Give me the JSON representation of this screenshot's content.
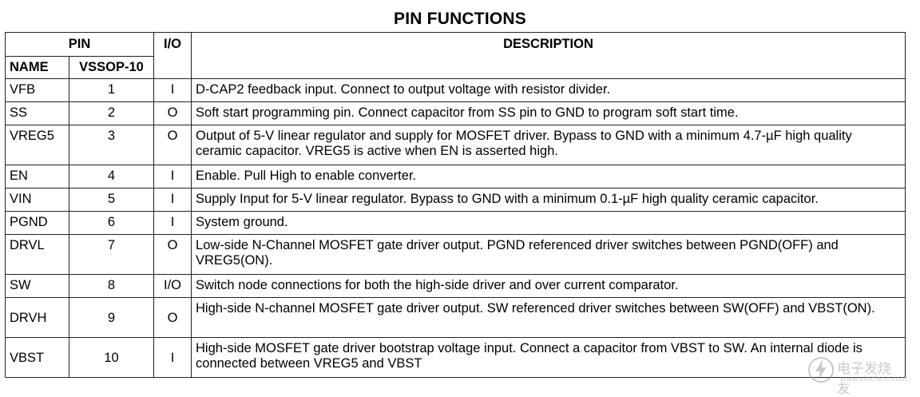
{
  "title": "PIN FUNCTIONS",
  "headers": {
    "pin": "PIN",
    "io": "I/O",
    "description": "DESCRIPTION",
    "name": "NAME",
    "package": "VSSOP-10"
  },
  "rows": [
    {
      "name": "VFB",
      "num": "1",
      "io": "I",
      "desc": "D-CAP2 feedback input. Connect to output voltage with resistor divider."
    },
    {
      "name": "SS",
      "num": "2",
      "io": "O",
      "desc": "Soft start programming pin. Connect capacitor from SS pin to GND to program soft start time."
    },
    {
      "name": "VREG5",
      "num": "3",
      "io": "O",
      "desc": "Output of 5-V linear regulator and supply for MOSFET driver. Bypass to GND with a minimum 4.7-µF high quality ceramic capacitor. VREG5 is active when EN is asserted high."
    },
    {
      "name": "EN",
      "num": "4",
      "io": "I",
      "desc": "Enable. Pull High to enable converter."
    },
    {
      "name": "VIN",
      "num": "5",
      "io": "I",
      "desc": "Supply Input for 5-V linear regulator. Bypass to GND with a minimum 0.1-µF high quality ceramic capacitor."
    },
    {
      "name": "PGND",
      "num": "6",
      "io": "I",
      "desc": "System ground."
    },
    {
      "name": "DRVL",
      "num": "7",
      "io": "O",
      "desc": "Low-side N-Channel MOSFET gate driver output. PGND referenced driver switches between PGND(OFF) and VREG5(ON)."
    },
    {
      "name": "SW",
      "num": "8",
      "io": "I/O",
      "desc": "Switch node connections for both the high-side driver and over current comparator."
    },
    {
      "name": "DRVH",
      "num": "9",
      "io": "O",
      "desc": "High-side N-channel MOSFET gate driver output. SW referenced driver switches between SW(OFF) and VBST(ON)."
    },
    {
      "name": "VBST",
      "num": "10",
      "io": "I",
      "desc": "High-side MOSFET gate driver bootstrap voltage input. Connect a capacitor from VBST to SW. An internal diode is connected between VREG5 and VBST"
    }
  ],
  "watermark": {
    "text": "电子发烧友",
    "sub": "www.elecfans.com",
    "color": "#9aa0a6"
  }
}
